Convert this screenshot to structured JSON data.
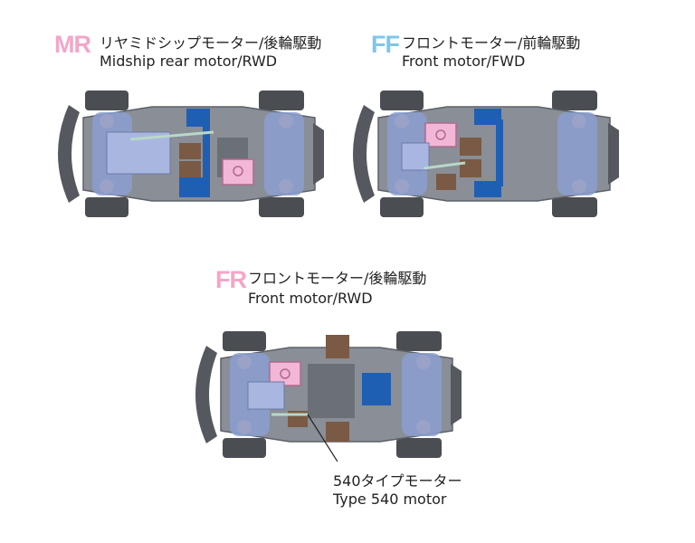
{
  "layouts": {
    "mr": {
      "code": "MR",
      "code_color": "#f3a6c8",
      "title_jp": "リヤミドシップモーター/後輪駆動",
      "title_en": "Midship rear motor/RWD"
    },
    "ff": {
      "code": "FF",
      "code_color": "#7fc6ea",
      "title_jp": "フロントモーター/前輪駆動",
      "title_en": "Front motor/FWD"
    },
    "fr": {
      "code": "FR",
      "code_color": "#f3a6c8",
      "title_jp": "フロントモーター/後輪駆動",
      "title_en": "Front motor/RWD"
    }
  },
  "callout": {
    "label_jp": "540タイプモーター",
    "label_en": "Type 540 motor"
  },
  "colors": {
    "motor_pink": "#f2b6d6",
    "battery_brown": "#7a5a44",
    "chassis_gray": "#8a8e96",
    "tire_dark": "#4a4d52",
    "part_blue": "#1f5fb3",
    "suspension_blue": "#8a9fd0"
  }
}
